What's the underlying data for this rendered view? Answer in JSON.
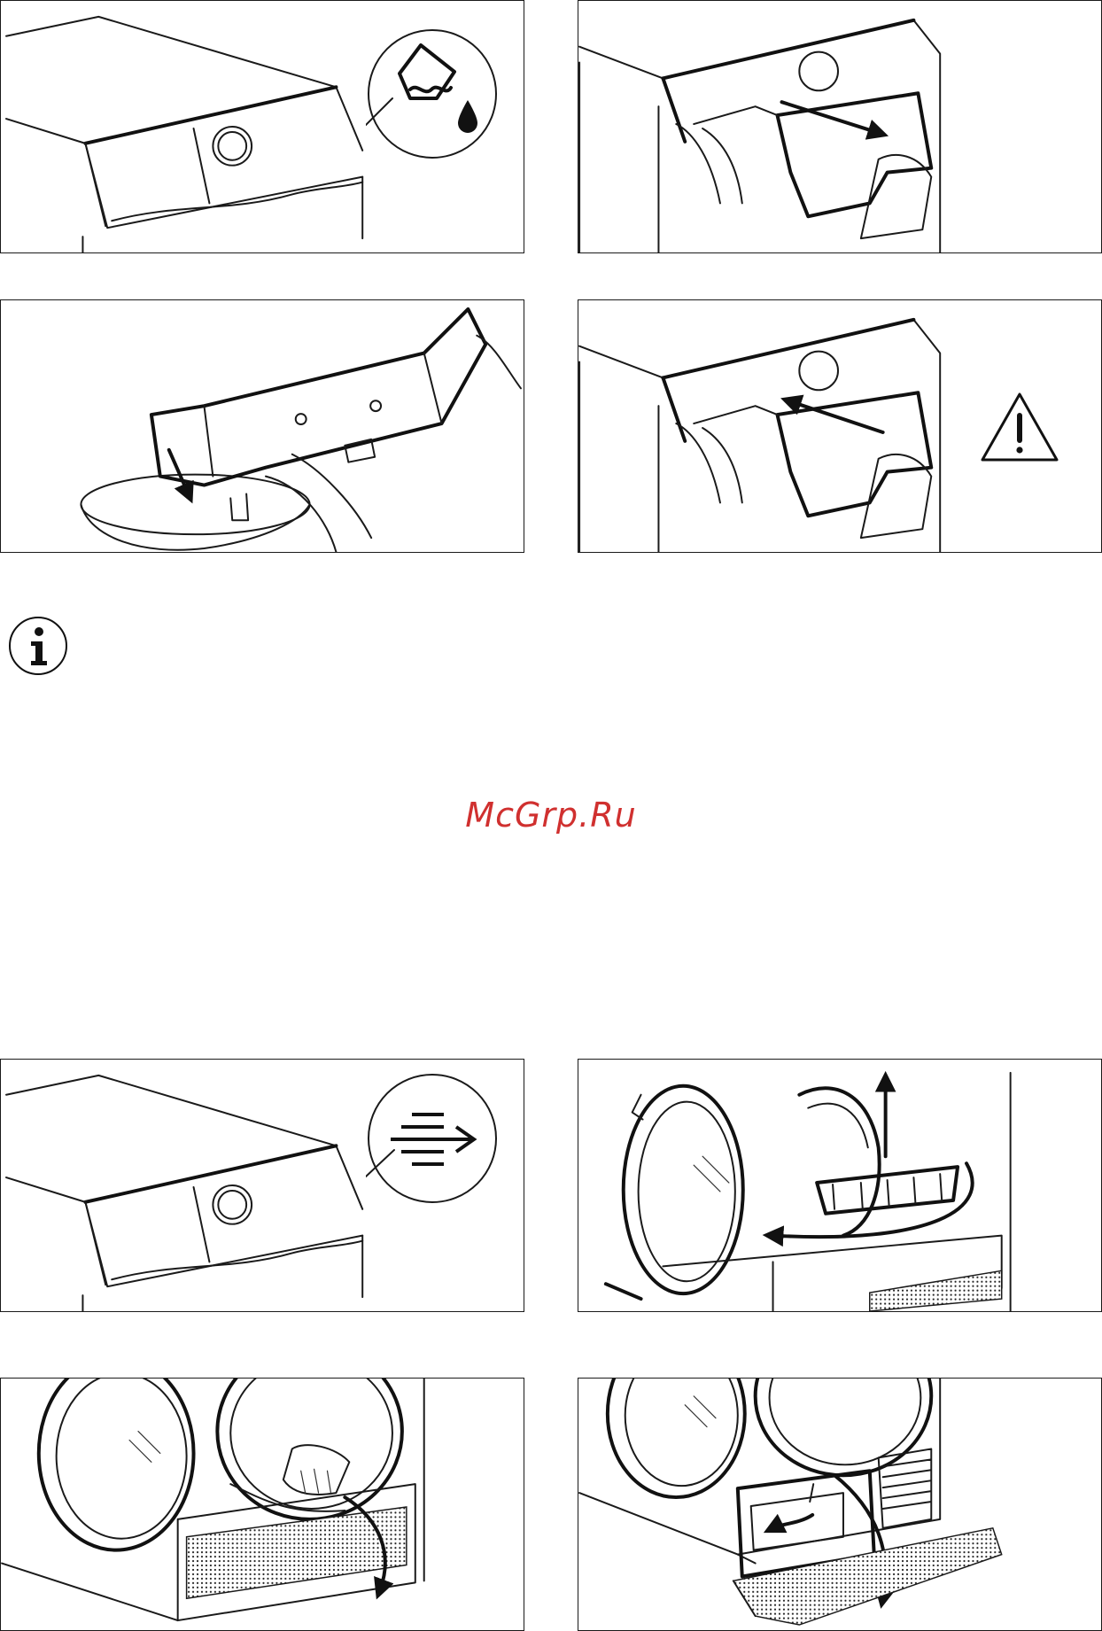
{
  "watermark": {
    "text": "McGrp.Ru",
    "color": "#d0302f"
  },
  "icons": {
    "info": "info-circle-icon",
    "warning": "warning-triangle-icon",
    "water_container": "water-container-icon",
    "condenser_flow": "condenser-flow-icon"
  },
  "steps": [
    {
      "id": 1,
      "description": "dryer-top-water-container-symbol"
    },
    {
      "id": 2,
      "description": "pull-out-water-container"
    },
    {
      "id": 3,
      "description": "empty-water-container"
    },
    {
      "id": 4,
      "description": "push-in-water-container-warning"
    },
    {
      "id": 5,
      "description": "dryer-top-condenser-symbol"
    },
    {
      "id": 6,
      "description": "remove-filter-from-door"
    },
    {
      "id": 7,
      "description": "open-condenser-cover"
    },
    {
      "id": 8,
      "description": "condenser-cover-open"
    }
  ]
}
